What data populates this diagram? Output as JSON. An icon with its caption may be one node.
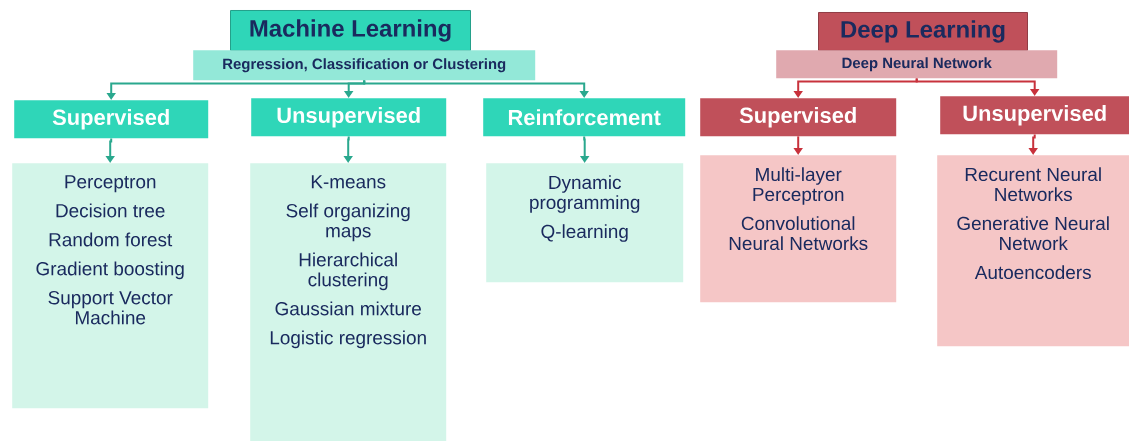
{
  "diagram": {
    "nodes": [
      {
        "text": [
          "Machine Learning"
        ]
      },
      {
        "text": [
          "Regression, Classification or Clustering"
        ]
      },
      {
        "text": [
          "Supervised"
        ]
      },
      {
        "text": [
          "Unsupervised"
        ]
      },
      {
        "text": [
          "Reinforcement"
        ]
      },
      {
        "text": [
          "Perceptron",
          "Decision tree",
          "Random forest",
          "Gradient boosting",
          "Support Vector Machine"
        ]
      },
      {
        "text": [
          "K-means",
          "Self organizing maps",
          "Hierarchical clustering",
          "Gaussian mixture",
          "Logistic regression"
        ]
      },
      {
        "text": [
          "Dynamic programming",
          "Q-learning"
        ]
      },
      {
        "text": [
          "Deep Learning"
        ]
      },
      {
        "text": [
          "Deep Neural Network"
        ]
      },
      {
        "text": [
          "Supervised"
        ]
      },
      {
        "text": [
          "Unsupervised"
        ]
      },
      {
        "text": [
          "Multi-layer Perceptron",
          "Convolutional Neural Networks"
        ]
      },
      {
        "text": [
          "Recurent Neural Networks",
          "Generative Neural Network",
          "Autoencoders"
        ]
      }
    ],
    "edges": [
      {
        "from": 1,
        "to": 2,
        "arrow": "to"
      },
      {
        "from": 1,
        "to": 3,
        "arrow": "to"
      },
      {
        "from": 1,
        "to": 4,
        "arrow": "to"
      },
      {
        "from": 2,
        "to": 5,
        "arrow": "to"
      },
      {
        "from": 3,
        "to": 6,
        "arrow": "to"
      },
      {
        "from": 4,
        "to": 7,
        "arrow": "to"
      },
      {
        "from": 9,
        "to": 10,
        "arrow": "to",
        "color": "#c8323c"
      },
      {
        "from": 9,
        "to": 11,
        "arrow": "to",
        "color": "#c8323c"
      },
      {
        "from": 10,
        "to": 12,
        "arrow": "to",
        "color": "#c8323c"
      },
      {
        "from": 11,
        "to": 13,
        "arrow": "to",
        "color": "#c8323c"
      }
    ]
  }
}
